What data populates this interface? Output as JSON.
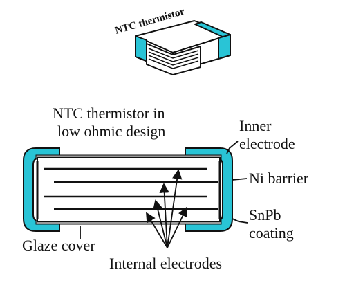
{
  "colors": {
    "cyan": "#29c4d6",
    "body": "#ffffff",
    "outline": "#111111",
    "glaze": "#9a9a9a"
  },
  "labels": {
    "top_chip": "NTC thermistor",
    "design_line1": "NTC thermistor in",
    "design_line2": "low ohmic design",
    "inner_line1": "Inner",
    "inner_line2": "electrode",
    "ni_barrier": "Ni barrier",
    "snpb_line1": "SnPb",
    "snpb_line2": "coating",
    "glaze_cover": "Glaze cover",
    "internal_electrodes": "Internal electrodes"
  }
}
